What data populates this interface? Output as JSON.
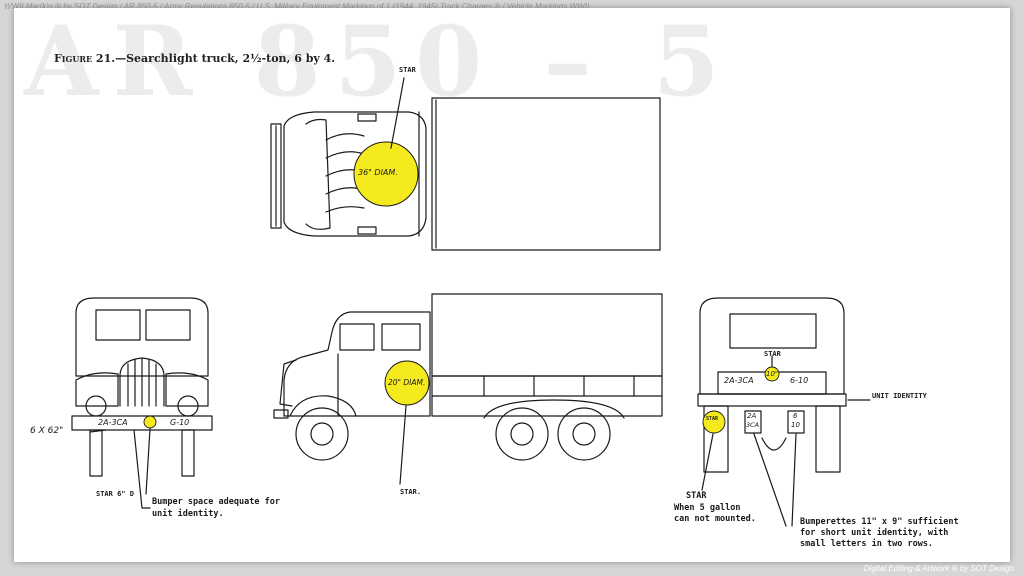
{
  "credits": {
    "top": "WWII Mar(k)s ® by SOT Design / AR 850-5 / Army Regulations 850-5 / U.S. Military Equipment Markings of 1 (1944, 1945) Truck Charges ® / Vehicle Markings WWII",
    "bottom": "Digital Editing & Artwork ® by SOT Design"
  },
  "watermark": "AR 850 – 5",
  "caption": {
    "figure": "Figure 21.",
    "text": "—Searchlight truck, 2½-ton, 6 by 4."
  },
  "labels": {
    "top_star": "STAR",
    "top_diam": "36\" DIAM.",
    "side_diam": "20\" DIAM.",
    "side_star": "STAR.",
    "front_size": "6 X 62\"",
    "front_bumper_left": "2A-3CA",
    "front_bumper_right": "G-10",
    "front_star": "STAR 6\" D",
    "bumper_note_1": "Bumper space adequate for",
    "bumper_note_2": "unit identity.",
    "rear_star": "STAR",
    "rear_star_size": "10\"",
    "rear_tail_left": "2A-3CA",
    "rear_tail_right": "6-10",
    "rear_unit_identity": "UNIT IDENTITY",
    "rear_plate_left_1": "2A",
    "rear_plate_left_2": "3CA",
    "rear_plate_right_1": "6",
    "rear_plate_right_2": "10",
    "rear_small_star": "STAR",
    "rear_star_note_1": "STAR",
    "rear_star_note_2": "When 5 gallon",
    "rear_star_note_3": "can not mounted.",
    "bumperettes_1": "Bumperettes 11\" x 9\" sufficient",
    "bumperettes_2": "for short unit identity, with",
    "bumperettes_3": "small letters in two rows."
  },
  "colors": {
    "star_yellow": "#f4ea1e",
    "ink": "#1a1a1a",
    "paper": "#ffffff"
  }
}
